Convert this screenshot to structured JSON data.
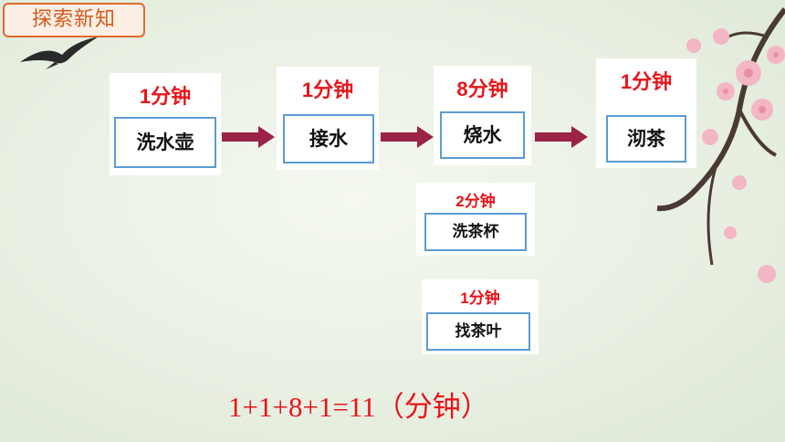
{
  "section_tag": "探索新知",
  "steps": [
    {
      "time": "1分钟",
      "task": "洗水壶"
    },
    {
      "time": "1分钟",
      "task": "接水"
    },
    {
      "time": "8分钟",
      "task": "烧水"
    },
    {
      "time": "1分钟",
      "task": "沏茶"
    }
  ],
  "parallel_steps": [
    {
      "time": "2分钟",
      "task": "洗茶杯"
    },
    {
      "time": "1分钟",
      "task": "找茶叶"
    }
  ],
  "formula": "1+1+8+1=11（分钟）",
  "colors": {
    "accent_red": "#e8141a",
    "box_border": "#5b9bd5",
    "arrow": "#9b2346",
    "tag_orange": "#e06a2c"
  },
  "icons": [
    "swallow-bird-icon",
    "cherry-blossom-branch-icon",
    "right-arrow-icon"
  ]
}
